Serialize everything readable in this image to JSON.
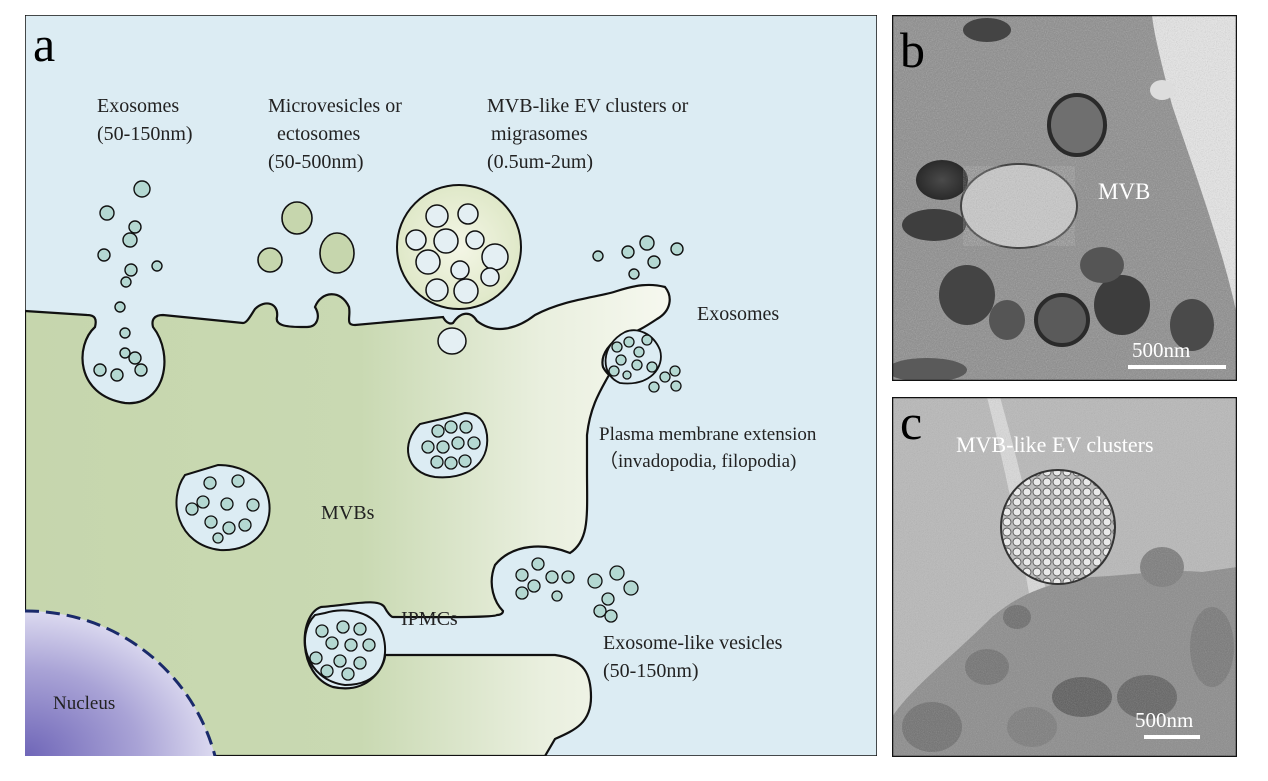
{
  "panels": {
    "a": {
      "letter": "a",
      "labels": {
        "exosomes_top": [
          "Exosomes",
          "(50-150nm)"
        ],
        "microvesicles": [
          "Microvesicles or",
          "ectosomes",
          "(50-500nm)"
        ],
        "mvb_like": [
          "MVB-like EV clusters or",
          "migrasomes",
          "(0.5um-2um)"
        ],
        "exosomes_right": "Exosomes",
        "plasma_extension": [
          "Plasma membrane extension",
          "（invadopodia, filopodia)"
        ],
        "mvbs": "MVBs",
        "ipmcs": "IPMCs",
        "exosome_like": [
          "Exosome-like vesicles",
          "(50-150nm)"
        ],
        "nucleus": "Nucleus"
      }
    },
    "b": {
      "letter": "b",
      "mvb_label": "MVB",
      "scale_label": "500nm"
    },
    "c": {
      "letter": "c",
      "title": "MVB-like EV clusters",
      "scale_label": "500nm"
    }
  },
  "colors": {
    "background": "#dcecf3",
    "cell": "#c9d8b3",
    "membrane": "#111111",
    "vesicle": "#b4d8d2",
    "nucleus": "#8d85c8"
  }
}
